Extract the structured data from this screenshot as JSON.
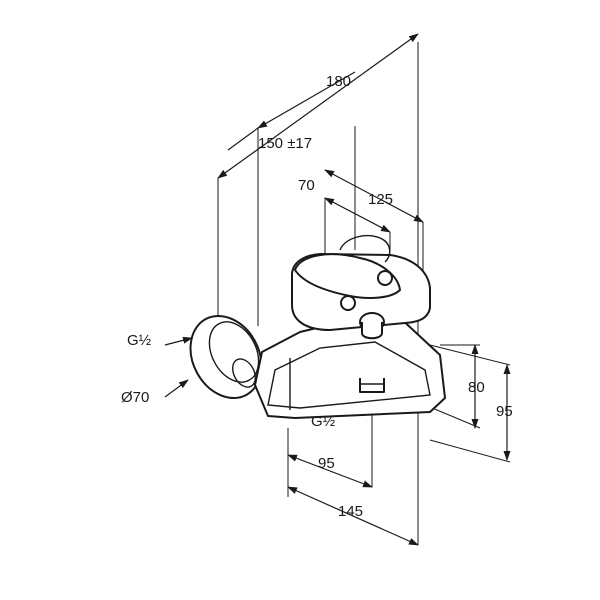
{
  "dimensions": {
    "d180": "180",
    "d150": "150 ±17",
    "d70": "70",
    "d125": "125",
    "d80": "80",
    "d95_right": "95",
    "d95_bottom": "95",
    "d145": "145",
    "thread_top": "G½",
    "thread_bottom": "G½",
    "diameter": "Ø70"
  }
}
